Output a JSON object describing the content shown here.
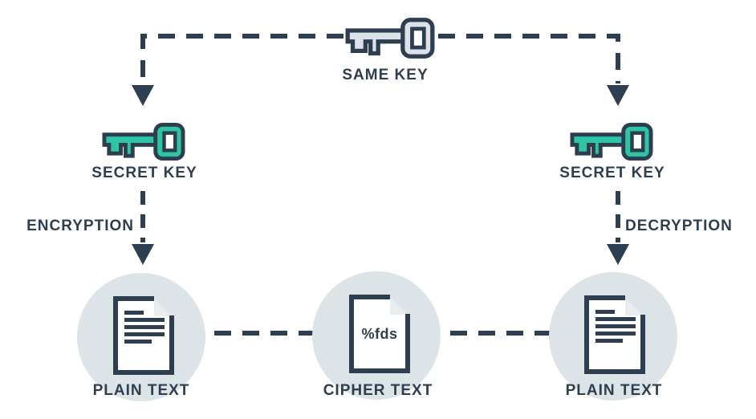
{
  "diagram": {
    "name": "symmetric key encryption flow"
  },
  "colors": {
    "navy": "#2d3e50",
    "key_green": "#2dc5a2",
    "key_gray": "#dce3e8",
    "circle_gray": "#dce4e7",
    "fold_gray": "#e8edef",
    "background": "#ffffff"
  },
  "nodes": {
    "same_key": {
      "label": "SAME KEY",
      "icon": "key-icon"
    },
    "secret_key_left": {
      "label": "SECRET KEY",
      "icon": "key-icon"
    },
    "secret_key_right": {
      "label": "SECRET KEY",
      "icon": "key-icon"
    },
    "plain_text_left": {
      "label": "PLAIN TEXT",
      "icon": "document-icon"
    },
    "cipher_text": {
      "label": "CIPHER TEXT",
      "icon": "document-icon",
      "content": "%fds"
    },
    "plain_text_right": {
      "label": "PLAIN TEXT",
      "icon": "document-icon"
    }
  },
  "edges": {
    "encryption_label": "ENCRYPTION",
    "decryption_label": "DECRYPTION"
  }
}
